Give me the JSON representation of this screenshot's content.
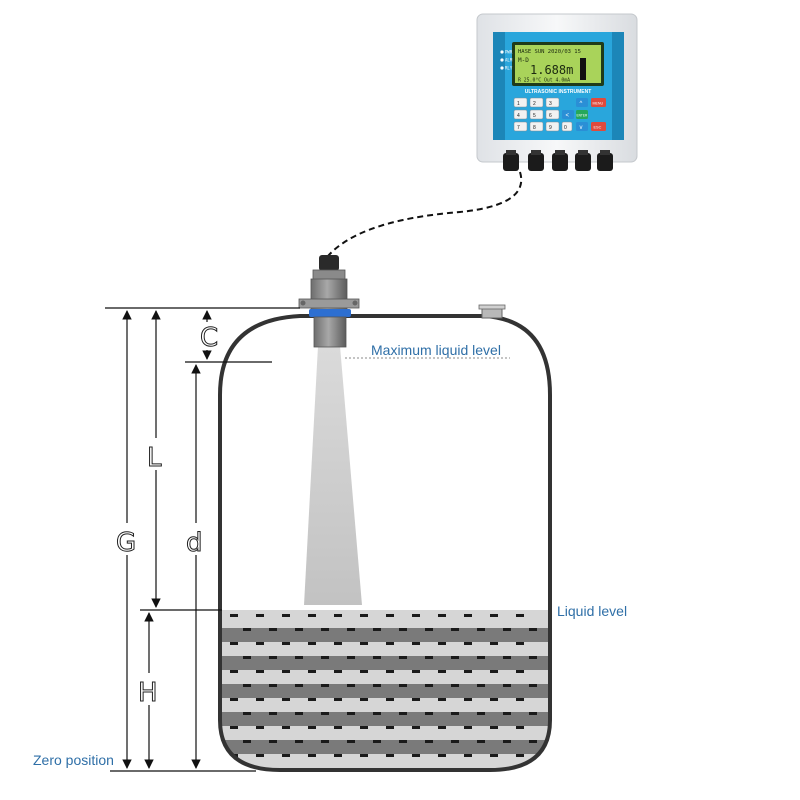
{
  "controller": {
    "title": "ULTRASONIC INSTRUMENT",
    "lcd": {
      "reading": "1.688m",
      "top_line": "HASE SUN 2020/03 15",
      "mode": "M-D",
      "bottom_line": "R 25.0°C Out 4.0mA"
    },
    "status_leds": [
      "PWR",
      "ALM",
      "RLY"
    ],
    "keypad": [
      "1",
      "2",
      "3",
      "4",
      "5",
      "6",
      "7",
      "8",
      "9",
      "*",
      "0",
      "."
    ],
    "nav_keys": [
      "^",
      "<",
      ">",
      "v"
    ],
    "action_keys": [
      "MENU",
      "ENTER",
      "ESC"
    ],
    "colors": {
      "housing": "#eef0f2",
      "face": "#29a6dc",
      "lcd": "#a9d35a",
      "menu_key": "#e04a3c",
      "enter_key": "#26a85a"
    }
  },
  "labels": {
    "maximum_liquid_level": "Maximum liquid level",
    "liquid_level": "Liquid level",
    "zero_position": "Zero position"
  },
  "dimensions": {
    "C": "C",
    "L": "L",
    "G": "G",
    "d": "d",
    "H": "H"
  },
  "colors": {
    "label_blue": "#2f6fa7",
    "liquid_light": "#d6d6d6",
    "liquid_dark": "#7a7a7a",
    "beam": "#cfcfcf",
    "tank_outline": "#333333"
  }
}
